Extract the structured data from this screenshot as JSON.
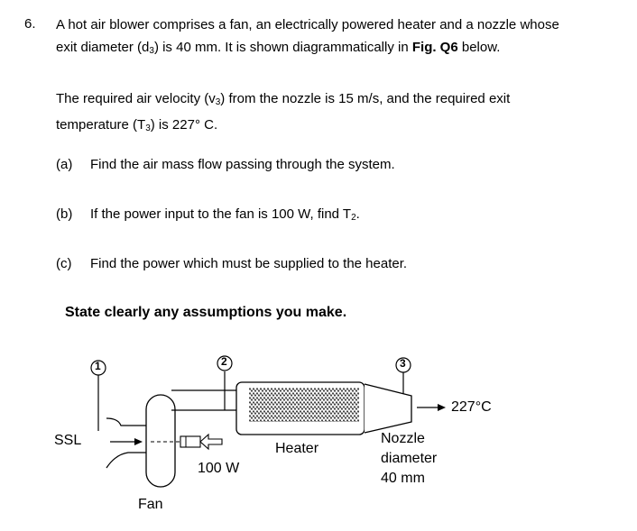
{
  "question": {
    "number": "6.",
    "intro_line1_a": "A hot air blower comprises a fan, an electrically powered heater and a nozzle whose",
    "intro_line2_a": "exit diameter (d",
    "intro_line2_sub": "3",
    "intro_line2_b": ") is 40 mm.  It is shown diagrammatically in ",
    "intro_line2_fig": "Fig. Q6",
    "intro_line2_c": " below.",
    "req_line1_a": "The required air velocity (v",
    "req_line1_sub": "3",
    "req_line1_b": ") from the nozzle is 15 m/s, and the required exit",
    "req_line2_a": "temperature (T",
    "req_line2_sub": "3",
    "req_line2_b": ") is 227° C.",
    "parts": [
      {
        "label": "(a)",
        "text": "Find the air mass flow passing through the system."
      },
      {
        "label": "(b)",
        "text_a": "If the power input to the fan is 100 W, find T",
        "text_sub": "2",
        "text_b": "."
      },
      {
        "label": "(c)",
        "text": "Find the power which must be supplied to the heater."
      }
    ],
    "assumptions": "State clearly any assumptions you make."
  },
  "diagram": {
    "station_1": "1",
    "station_2": "2",
    "station_3": "3",
    "ssl": "SSL",
    "fan": "Fan",
    "power": "100 W",
    "heater": "Heater",
    "nozzle_line1": "Nozzle",
    "nozzle_line2": "diameter",
    "nozzle_line3": "40 mm",
    "exit_temp": "227°C"
  }
}
